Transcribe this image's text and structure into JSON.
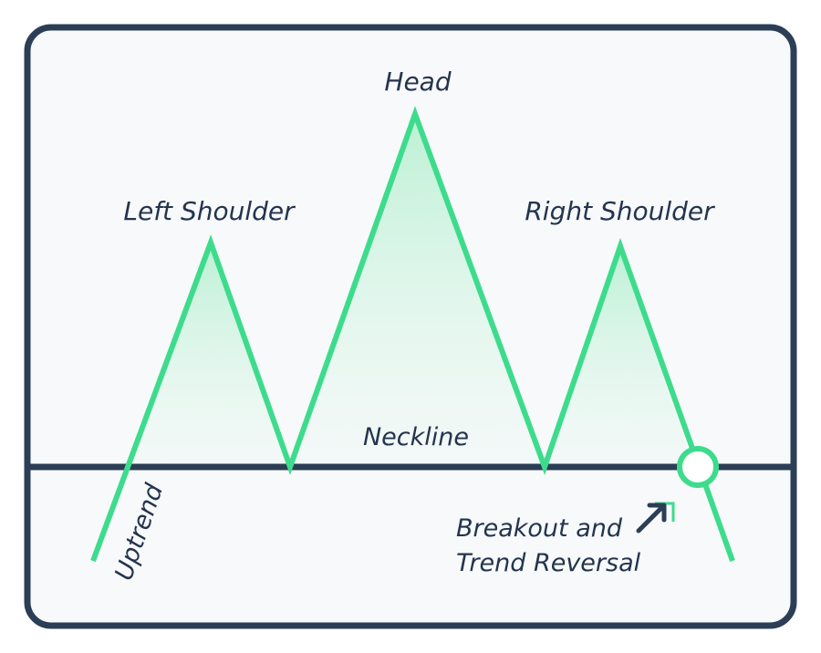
{
  "labels": {
    "head": "Head",
    "left_shoulder": "Left Shoulder",
    "right_shoulder": "Right Shoulder",
    "neckline": "Neckline",
    "uptrend": "Uptrend",
    "breakout_line1": "Breakout and",
    "breakout_line2": "Trend Reversal"
  },
  "colors": {
    "frame": "#2c3e55",
    "background": "#f7f9fb",
    "price_line": "#3ddc8c",
    "fill_top": "#b8f0d2",
    "text": "#24344e",
    "neckline": "#2c3e55"
  },
  "icons": {
    "breakout_arrow": "arrow-up-right-icon",
    "breakout_marker": "circle-marker-icon"
  }
}
